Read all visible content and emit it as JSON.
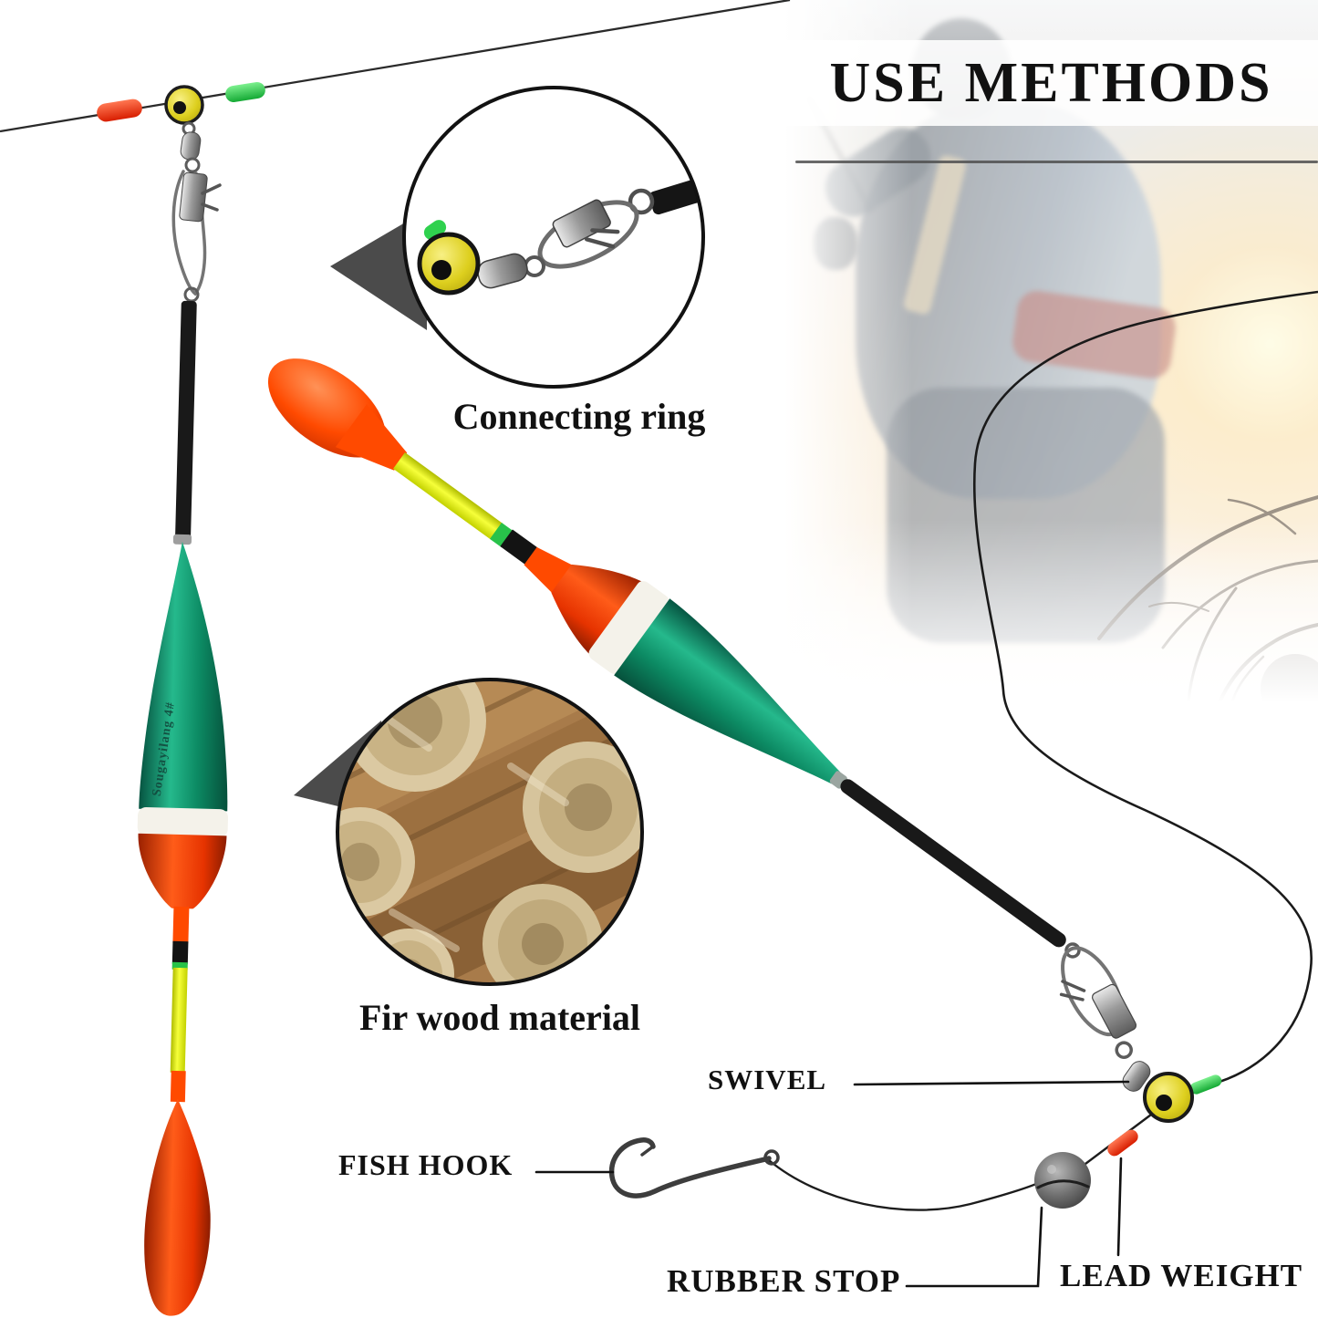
{
  "title": "USE METHODS",
  "insets": {
    "connecting_ring_label": "Connecting ring",
    "fir_wood_label": "Fir wood material"
  },
  "labels": {
    "swivel": "SWIVEL",
    "fish_hook": "FISH HOOK",
    "rubber_stop": "RUBBER STOP",
    "lead_weight": "LEAD WEIGHT"
  },
  "float_brand": "Sougayilang 4#",
  "colors": {
    "float_red": "#ff4000",
    "float_green": "#0f8f68",
    "float_yellow": "#eef400",
    "bead_yellow": "#e6d92e",
    "bead_green": "#2fd14e",
    "bead_red": "#ff2b00",
    "line": "#1c1c1c",
    "label_text": "#111111",
    "wood": "#b08048",
    "metal": "#8a8a8a"
  }
}
